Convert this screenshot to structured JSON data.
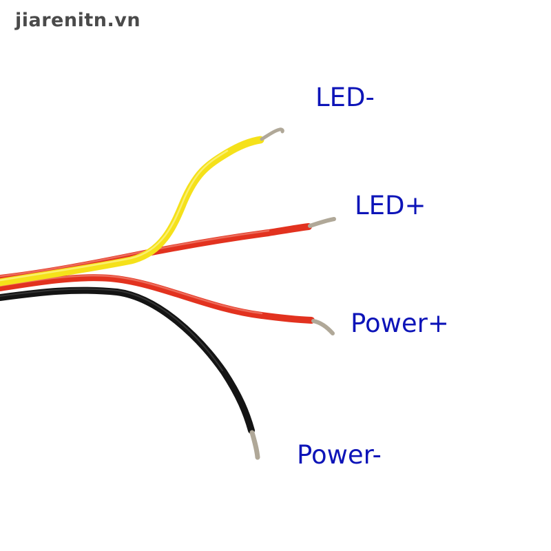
{
  "watermark": "jiarenitn.vn",
  "labels": {
    "led_minus": "LED-",
    "led_plus": "LED+",
    "power_plus": "Power+",
    "power_minus": "Power-"
  },
  "colors": {
    "label_text": "#0d14b8",
    "wire_yellow": "#f5e11a",
    "wire_red": "#e2321f",
    "wire_black": "#141414",
    "bare_copper": "#b0a898"
  }
}
